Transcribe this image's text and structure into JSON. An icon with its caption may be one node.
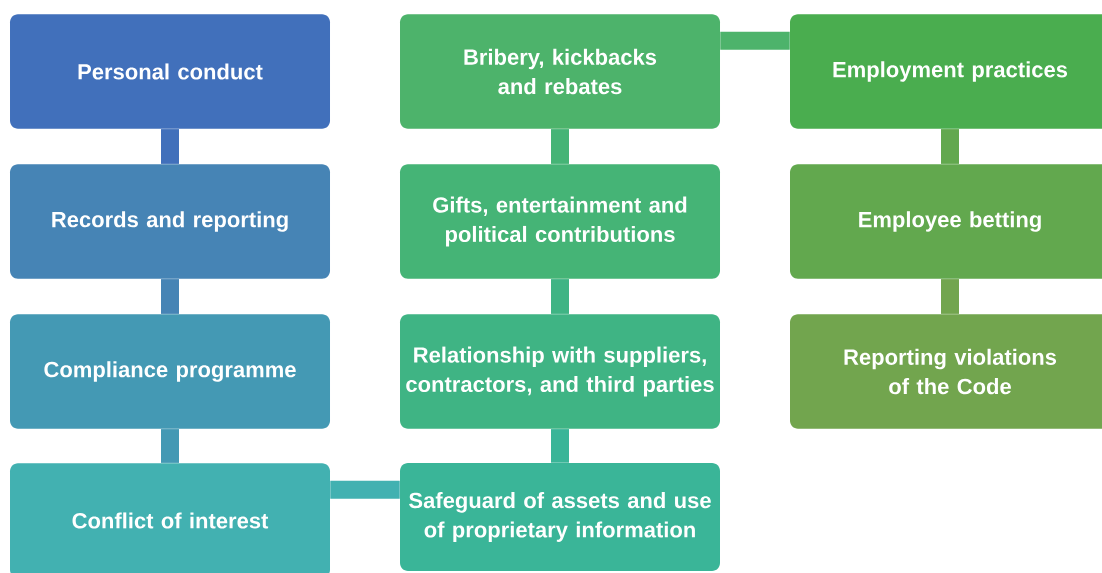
{
  "diagram": {
    "nodes": [
      {
        "text": [
          "Personal conduct"
        ]
      },
      {
        "text": [
          "Records and reporting"
        ]
      },
      {
        "text": [
          "Compliance programme"
        ]
      },
      {
        "text": [
          "Conflict of interest"
        ]
      },
      {
        "text": [
          "Bribery, kickbacks and rebates"
        ]
      },
      {
        "text": [
          "Gifts, entertainment and political contributions"
        ]
      },
      {
        "text": [
          "Relationship with suppliers, contractors, and third parties"
        ]
      },
      {
        "text": [
          "Safeguard of assets and use of proprietary information"
        ]
      },
      {
        "text": [
          "Employment practices"
        ]
      },
      {
        "text": [
          "Employee betting"
        ]
      },
      {
        "text": [
          "Reporting violations of the Code"
        ]
      }
    ],
    "edges": [
      {
        "from": 0,
        "to": 1,
        "arrow": "none",
        "color": "#4170bb"
      },
      {
        "from": 1,
        "to": 2,
        "arrow": "none",
        "color": "#4684b5"
      },
      {
        "from": 2,
        "to": 3,
        "arrow": "none",
        "color": "#4499b4"
      },
      {
        "from": 3,
        "to": 7,
        "arrow": "none",
        "color": "#42b1b1"
      },
      {
        "from": 7,
        "to": 6,
        "arrow": "none",
        "color": "#3ab598"
      },
      {
        "from": 6,
        "to": 5,
        "arrow": "none",
        "color": "#3fb484"
      },
      {
        "from": 5,
        "to": 4,
        "arrow": "none",
        "color": "#45b476"
      },
      {
        "from": 4,
        "to": 8,
        "arrow": "none",
        "color": "#4db36b"
      },
      {
        "from": 8,
        "to": 9,
        "arrow": "none",
        "color": "#62a84e"
      },
      {
        "from": 9,
        "to": 10,
        "arrow": "none",
        "color": "#72a54e"
      }
    ]
  }
}
